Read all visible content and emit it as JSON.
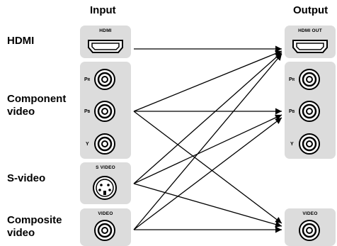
{
  "headers": {
    "input": "Input",
    "output": "Output"
  },
  "rows": {
    "hdmi": "HDMI",
    "component": [
      "Component",
      "video"
    ],
    "svideo": "S-video",
    "composite": [
      "Composite",
      "video"
    ]
  },
  "jacks": {
    "hdmi_in": "HDMI",
    "hdmi_out": "HDMI OUT",
    "svideo": "S VIDEO",
    "video_in": "VIDEO",
    "video_out": "VIDEO",
    "pr": "P",
    "pr_sub": "R",
    "pb": "P",
    "pb_sub": "B",
    "y": "Y"
  }
}
